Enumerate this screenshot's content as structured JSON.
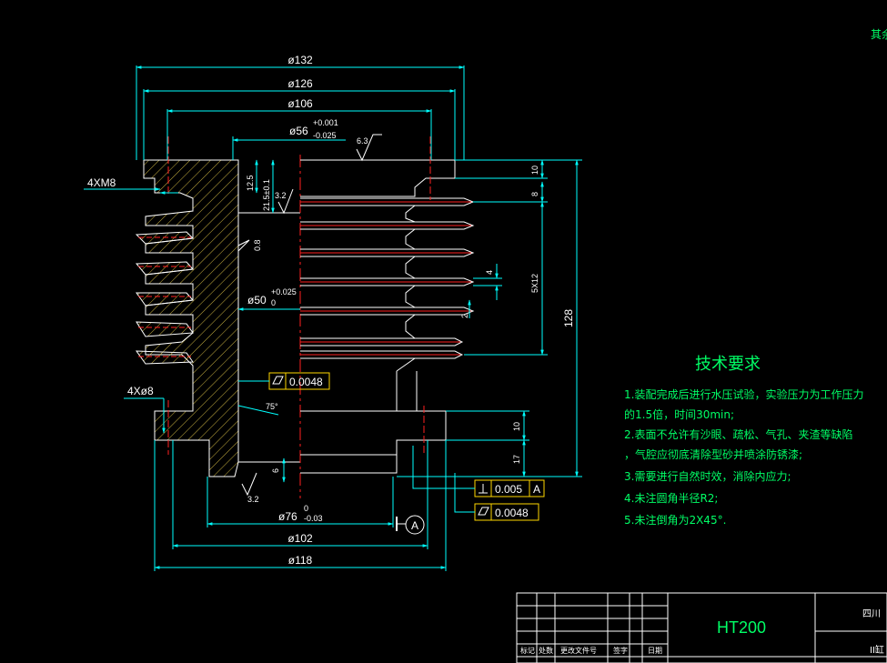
{
  "drawing": {
    "corner_text": "其余",
    "dimensions": {
      "d132": "ø132",
      "d126": "ø126",
      "d106": "ø106",
      "d56": "ø56",
      "d56_upper": "+0.001",
      "d56_lower": "-0.025",
      "d50": "ø50",
      "d50_upper": "+0.025",
      "d50_lower": "0",
      "d76": "ø76",
      "d76_upper": "0",
      "d76_lower": "-0.03",
      "d102": "ø102",
      "d118": "ø118",
      "thread_4xm8": "4XM8",
      "holes_4x8": "4Xø8",
      "h12_5": "12.5",
      "h21_5": "21.5±0.1",
      "h10_top": "10",
      "h8": "8",
      "h4": "4",
      "h5x12": "5X12",
      "h2": "2",
      "h128": "128",
      "h10_bottom": "10",
      "h17": "17",
      "h6": "6",
      "angle75": "75°"
    },
    "roughness": {
      "r6_3": "6.3",
      "r3_2_top": "3.2",
      "r0_8": "0.8",
      "r3_2_bottom": "3.2"
    },
    "tolerances": {
      "flatness_mid_value": "0.0048",
      "perp_value": "0.005",
      "perp_datum": "A",
      "flatness_bottom_value": "0.0048",
      "datum_label": "A"
    }
  },
  "requirements": {
    "title": "技术要求",
    "lines": [
      "1.装配完成后进行水压试验，实验压力为工作压力",
      "的1.5倍，时间30min;",
      "2.表面不允许有沙眼、疏松、气孔、夹渣等缺陷",
      "，气腔应彻底清除型砂并喷涂防锈漆;",
      "3.需要进行自然时效，消除内应力;",
      "4.未注圆角半径R2;",
      "5.未注倒角为2X45°."
    ]
  },
  "title_block": {
    "material": "HT200",
    "school": "四川",
    "drawing_name": "II缸",
    "col_labels": [
      "标记",
      "处数",
      "更改文件号",
      "签字",
      "日期"
    ]
  },
  "colors": {
    "background": "#000000",
    "outline": "#ffffff",
    "dimension": "#00ffff",
    "centerline": "#ff2020",
    "hatch": "#c8b040",
    "text_green": "#00ff66",
    "tolerance_box": "#ffd700"
  }
}
